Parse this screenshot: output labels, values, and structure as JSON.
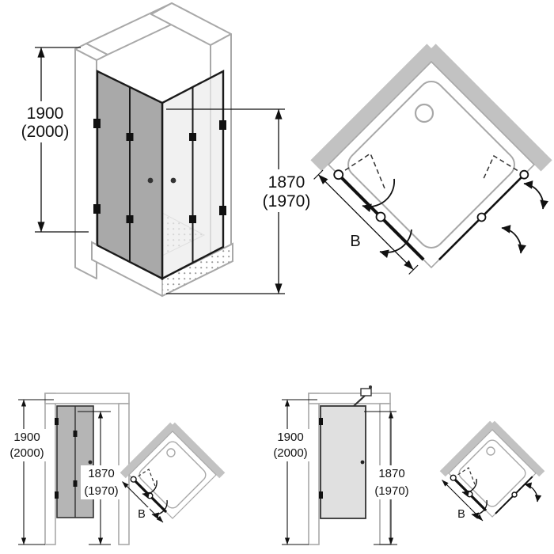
{
  "diagram": {
    "type": "shower-enclosure-technical-drawing",
    "colors": {
      "wall_gray": "#c2c2c2",
      "outline_gray": "#a8a8a8",
      "glass_dark": "#a9a9a9",
      "glass_light": "#e0e0e0",
      "line_black": "#111111"
    },
    "views": {
      "corner_isometric": {
        "height_outer": "1900",
        "height_outer_alt": "(2000)",
        "height_glass": "1870",
        "height_glass_alt": "(1970)"
      },
      "corner_plan": {
        "width_label": "B"
      },
      "front_left": {
        "height_outer": "1900",
        "height_outer_alt": "(2000)",
        "height_glass": "1870",
        "height_glass_alt": "(1970)"
      },
      "plan_left": {
        "width_label": "B"
      },
      "front_right": {
        "height_outer": "1900",
        "height_outer_alt": "(2000)",
        "height_glass": "1870",
        "height_glass_alt": "(1970)"
      },
      "plan_right": {
        "width_label": "B"
      }
    }
  }
}
